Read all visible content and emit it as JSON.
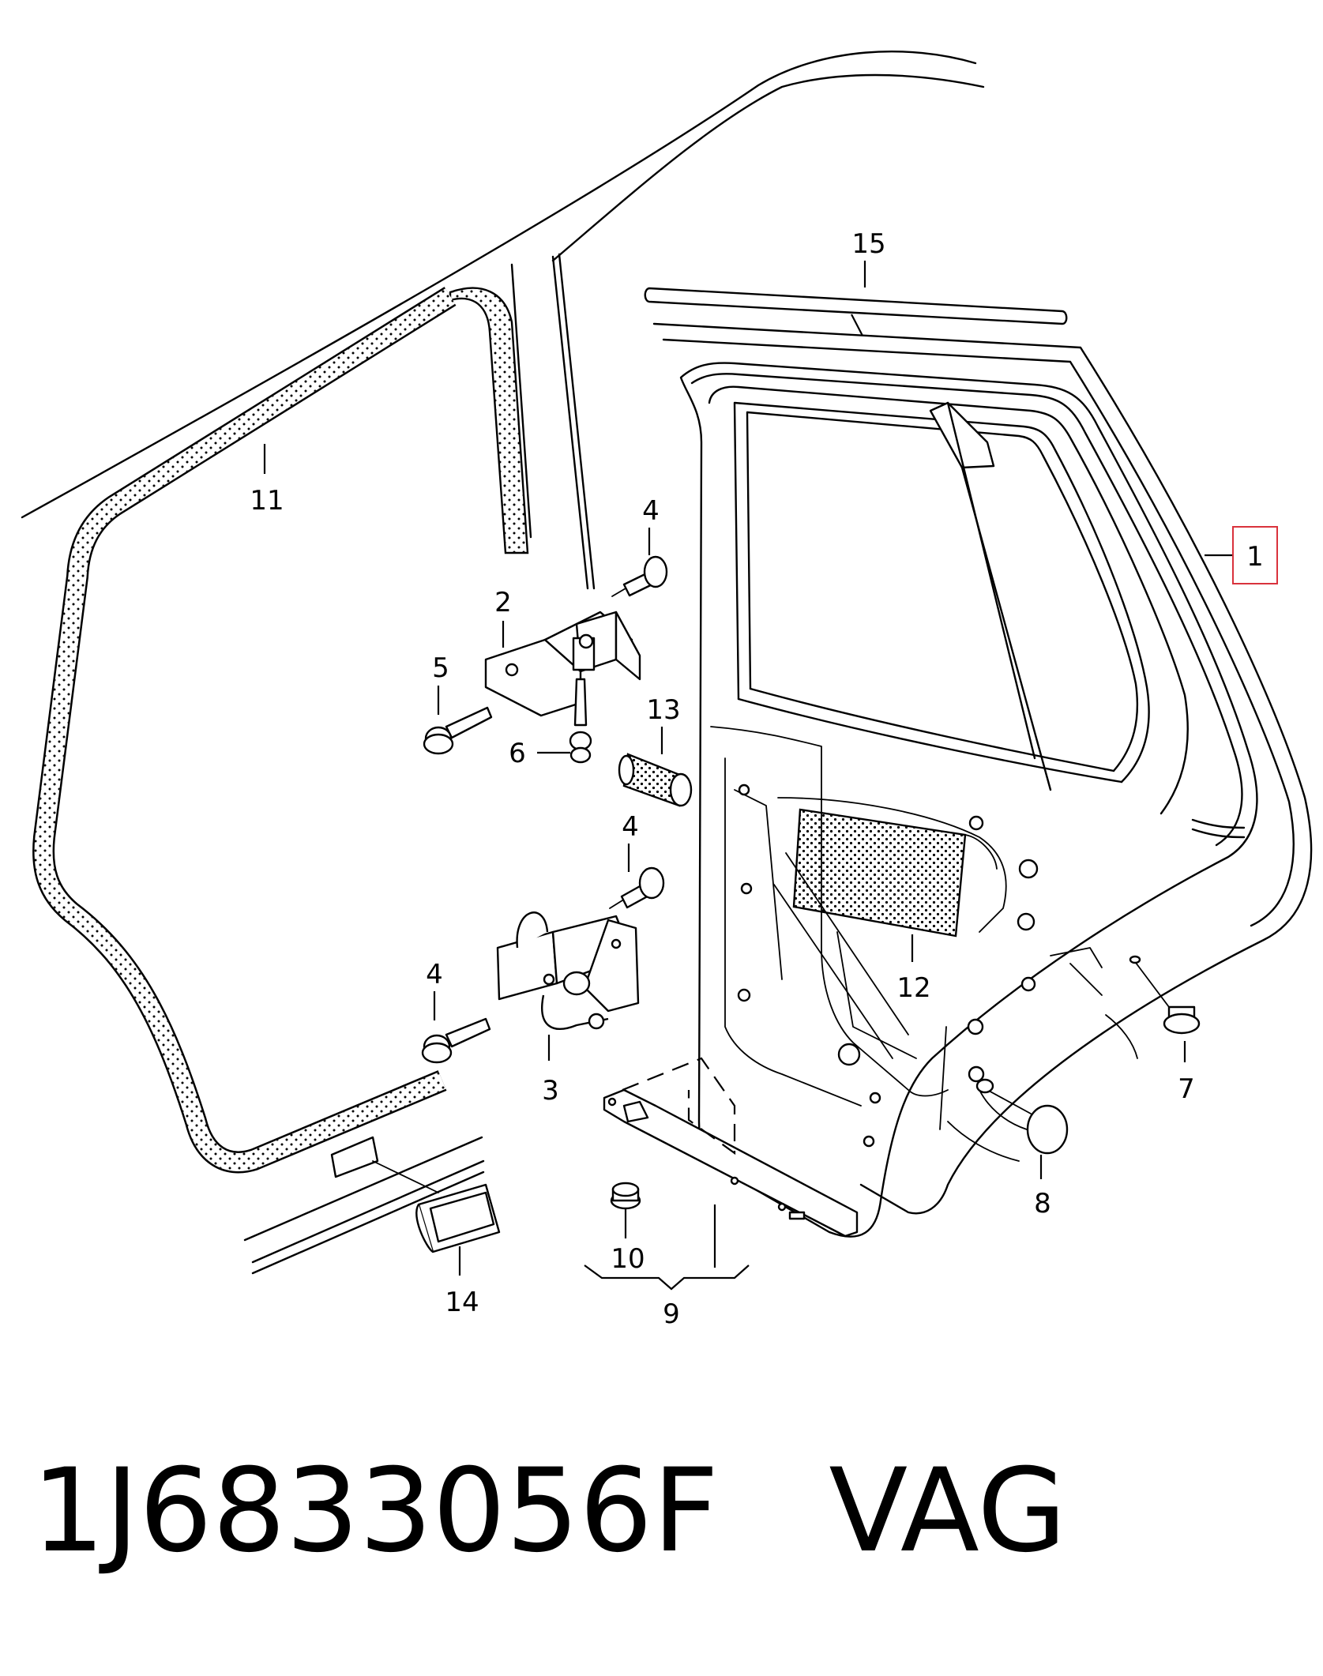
{
  "callouts": {
    "c1": "1",
    "c2": "2",
    "c3": "3",
    "c4a": "4",
    "c4b": "4",
    "c4c": "4",
    "c5": "5",
    "c6": "6",
    "c7": "7",
    "c8": "8",
    "c9": "9",
    "c10": "10",
    "c11": "11",
    "c12": "12",
    "c13": "13",
    "c14": "14",
    "c15": "15"
  },
  "highlight_color": "#d9323c",
  "caption": {
    "part_number": "1J6833056F",
    "brand": "VAG"
  }
}
